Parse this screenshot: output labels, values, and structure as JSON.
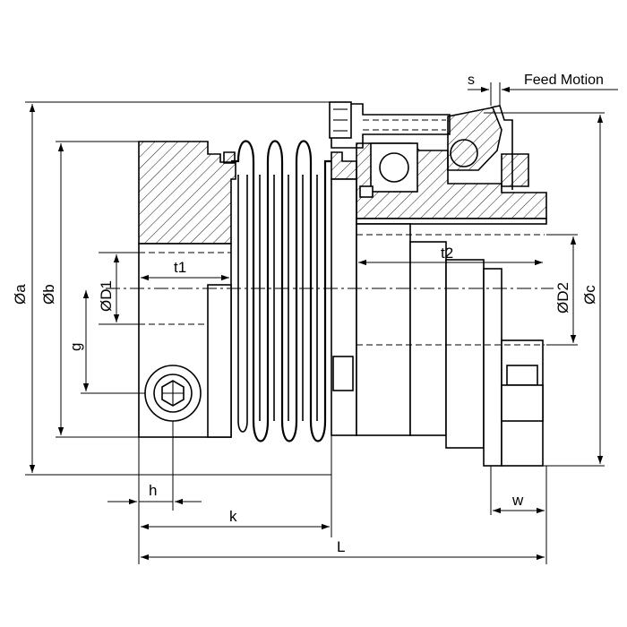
{
  "drawing": {
    "labels": {
      "s": "s",
      "feed_motion": "Feed Motion",
      "a": "Øa",
      "b": "Øb",
      "D1": "ØD1",
      "g": "g",
      "t1": "t1",
      "t2": "t2",
      "D2": "ØD2",
      "c": "Øc",
      "h": "h",
      "k": "k",
      "w": "w",
      "L": "L"
    }
  }
}
